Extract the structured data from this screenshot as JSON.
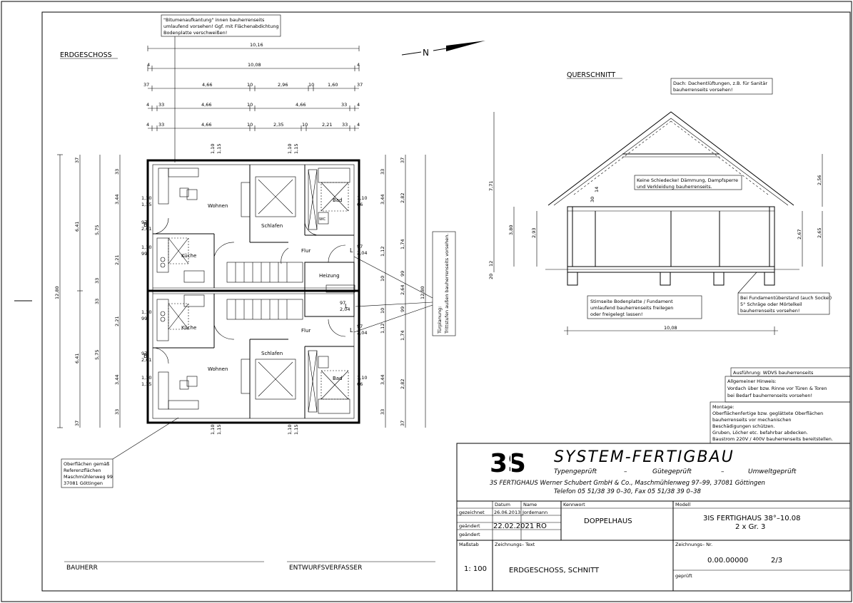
{
  "plan_title": "ERDGESCHOSS",
  "section_title": "QUERSCHNITT",
  "north_label": "N",
  "notes": {
    "bitumen": [
      "\"Bitumenaufkantung\" innen bauherrenseits",
      "umlaufend vorsehen! Ggf. mit Flächenabdichtung",
      "Bodenplatte verschweißen!"
    ],
    "dach": [
      "Dach: Dachentlüftungen, z.B. für Sanitär",
      "bauherrenseits vorsehen!"
    ],
    "schiedecke": [
      "Keine Schiedecke! Dämmung, Dampfsperre",
      "und Verkleidung bauherrenseits."
    ],
    "stirnseite": [
      "Stirnseite Bodenplatte / Fundament",
      "umlaufend bauherrenseits freilegen",
      "oder freigelegt lassen!"
    ],
    "fundament": [
      "Bei Fundamentüberstand (auch Sockel)",
      "5° Schräge oder Mörtelkeil",
      "bauherrenseits vorsehen!"
    ],
    "oberflaechen": [
      "Oberflächen gemäß",
      "Referenzflächen",
      "Maschmühlenweg 99",
      "37081 Göttingen"
    ],
    "tuerplanung": [
      "Türplanung:",
      "Trittstufen außen bauherrenseits vorsehen."
    ],
    "ausfuehrung": "Ausführung: WDVS bauherrenseits",
    "hinweis": [
      "Allgemeiner Hinweis:",
      "Vordach über bzw. Rinne vor Türen & Toren",
      "bei Bedarf bauherrenseits vorsehen!"
    ],
    "montage": [
      "Montage:",
      "Oberflächenfertige bzw. geglättete Oberflächen",
      "bauherrenseits vor mechanischen",
      "Beschädigungen schützen.",
      "Gruben, Löcher etc. befahrbar abdecken.",
      "Baustrom 220V / 400V bauherrenseits bereitstellen."
    ]
  },
  "rooms": {
    "wohnen": "Wohnen",
    "schlafen": "Schlafen",
    "kueche": "Küche",
    "flur": "Flur",
    "bad": "Bad",
    "heizung": "Heizung",
    "wc": "WC"
  },
  "dims_top": [
    {
      "label": "10,16"
    },
    {
      "left": "4",
      "label": "10,08",
      "right": "4"
    },
    {
      "parts": [
        "37",
        "4,66",
        "10",
        "2,96",
        "10",
        "1,60",
        "37"
      ]
    },
    {
      "parts": [
        "4",
        "33",
        "4,66",
        "10",
        "4,66",
        "33",
        "4"
      ]
    },
    {
      "parts": [
        "4",
        "33",
        "4,66",
        "10",
        "2,35",
        "10",
        "2,21",
        "33",
        "4"
      ]
    }
  ],
  "dims_left": [
    "12,80",
    "6,41",
    "6,41",
    "5,75",
    "5,75",
    "3,44",
    "2,21",
    "2,21",
    "3,44",
    "37",
    "33",
    "33",
    "33",
    "33",
    "37"
  ],
  "dims_right": [
    "12,80",
    "2,82",
    "1,74",
    "99",
    "2,64",
    "99",
    "1,74",
    "2,82",
    "3,44",
    "1,12",
    "10",
    "10",
    "1,12",
    "3,44",
    "33",
    "33",
    "37",
    "37",
    "66"
  ],
  "openings": [
    "1,10\n1,15",
    "1,10\n1,15",
    "1,10\n1,15",
    "1,10\n66",
    "97\n2,01",
    "1,10\n99",
    "97\n2,04",
    "97\n2,04",
    "97\n2,04",
    "1,10\n99",
    "97\n2,01",
    "1,10\n1,15",
    "1,10\n66",
    "1,10\n1,15",
    "1,10\n1,15"
  ],
  "door_letters": [
    "B",
    "L",
    "L",
    "L",
    "B"
  ],
  "section_dims": {
    "total": "10,08",
    "h1": "7,71",
    "h2": "3,80",
    "h3": "2,93",
    "h4": "2,56",
    "h5": "2,67",
    "h6": "2,65",
    "small": [
      "20",
      "12",
      "30",
      "14"
    ]
  },
  "title_block": {
    "logo": "3S",
    "company": "SYSTEM-FERTIGBAU",
    "tagline": [
      "Typengeprüft",
      "–",
      "Gütegeprüft",
      "–",
      "Umweltgeprüft"
    ],
    "address": "3S FERTIGHAUS Werner Schubert GmbH & Co., Maschmühlenweg 97–99, 37081 Göttingen",
    "phone": "Telefon 05 51/38 39 0–30, Fax 05 51/38 39 0–38",
    "hdr_datum": "Datum",
    "hdr_name": "Name",
    "hdr_kennwort": "Kennwort",
    "hdr_modell": "Modell",
    "row1_label": "gezeichnet",
    "row1_date": "26.06.2013",
    "row1_name": "Jordemann",
    "row2_label": "geändert",
    "row2_date": "22.02.2021",
    "row2_name": "RO",
    "row3_label": "geändert",
    "kennwort": "DOPPELHAUS",
    "modell_line1": "3IS FERTIGHAUS 38°–10.08",
    "modell_line2": "2 x Gr. 3",
    "massstab_label": "Maßstab",
    "massstab": "1: 100",
    "zeichnungstext_label": "Zeichnungs– Text",
    "zeichnungstext": "ERDGESCHOSS, SCHNITT",
    "zeichnungsnr_label": "Zeichnungs– Nr.",
    "zeichnungsnr": "0.00.00000",
    "blatt": "2/3",
    "geprueft_label": "geprüft"
  },
  "signatures": {
    "bauherr": "BAUHERR",
    "entwurf": "ENTWURFSVERFASSER"
  }
}
